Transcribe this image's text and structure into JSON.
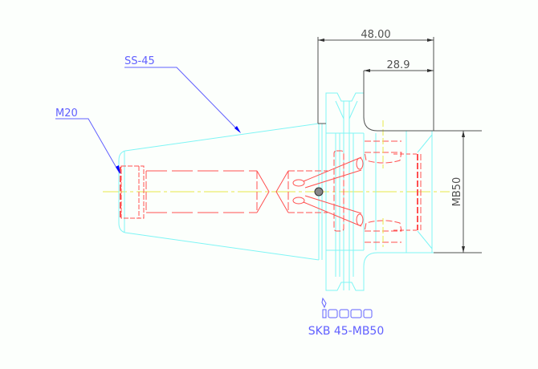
{
  "drawing": {
    "dimensions": {
      "overall_length": "48.00",
      "body_length": "28.9",
      "bore_label": "MB50"
    },
    "callouts": {
      "shank": "SS-45",
      "thread": "M20"
    },
    "logo_text": "iscar",
    "part_number": "SKB 45-MB50"
  },
  "colors": {
    "outline": "#7ff5f5",
    "hidden": "#ff5050",
    "dimension": "#505050",
    "callout": "#6060ff",
    "centerline": "#e8e84a"
  }
}
